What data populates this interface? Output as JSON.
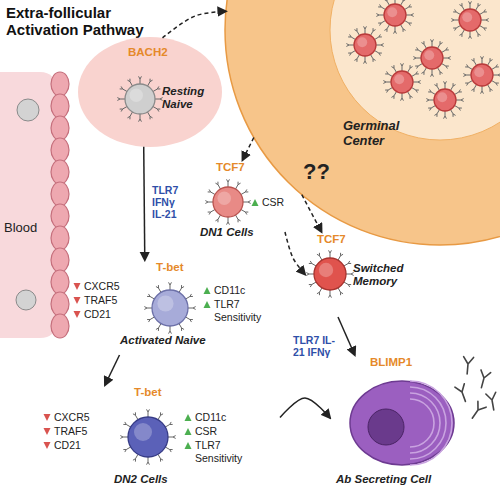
{
  "diagram": {
    "title": "Extra-follicular Activation Pathway",
    "nodes": [
      {
        "text": [
          "BACH2",
          "Resting Naive"
        ]
      },
      {
        "text": [
          "Germinal Center",
          "??"
        ]
      },
      {
        "text": [
          "Blood"
        ]
      },
      {
        "text": [
          "TCF7",
          "CSR",
          "DN1 Cells"
        ]
      },
      {
        "text": [
          "TCF7",
          "Switched Memory"
        ]
      },
      {
        "text": [
          "T-bet",
          "CXCR5",
          "TRAF5",
          "CD21",
          "CD11c",
          "TLR7 Sensitivity",
          "Activated Naive"
        ]
      },
      {
        "text": [
          "T-bet",
          "CXCR5",
          "TRAF5",
          "CD21",
          "CD11c",
          "CSR",
          "TLR7 Sensitivity",
          "DN2 Cells"
        ]
      },
      {
        "text": [
          "BLIMP1",
          "Ab Secreting Cell"
        ]
      }
    ],
    "edges": [
      {
        "from": 0,
        "to": 1,
        "arrow": "to"
      },
      {
        "from": 0,
        "to": 5,
        "label": "TLR7 IFNγ IL-21",
        "arrow": "to"
      },
      {
        "from": 1,
        "to": 3,
        "arrow": "to"
      },
      {
        "from": 1,
        "to": 4,
        "arrow": "to"
      },
      {
        "from": 3,
        "to": 4,
        "arrow": "to"
      },
      {
        "from": 5,
        "to": 6,
        "arrow": "to"
      },
      {
        "from": 6,
        "to": 7,
        "label": "TLR7 IL-21 IFNγ",
        "arrow": "to"
      },
      {
        "from": 4,
        "to": 7,
        "arrow": "to"
      }
    ]
  }
}
